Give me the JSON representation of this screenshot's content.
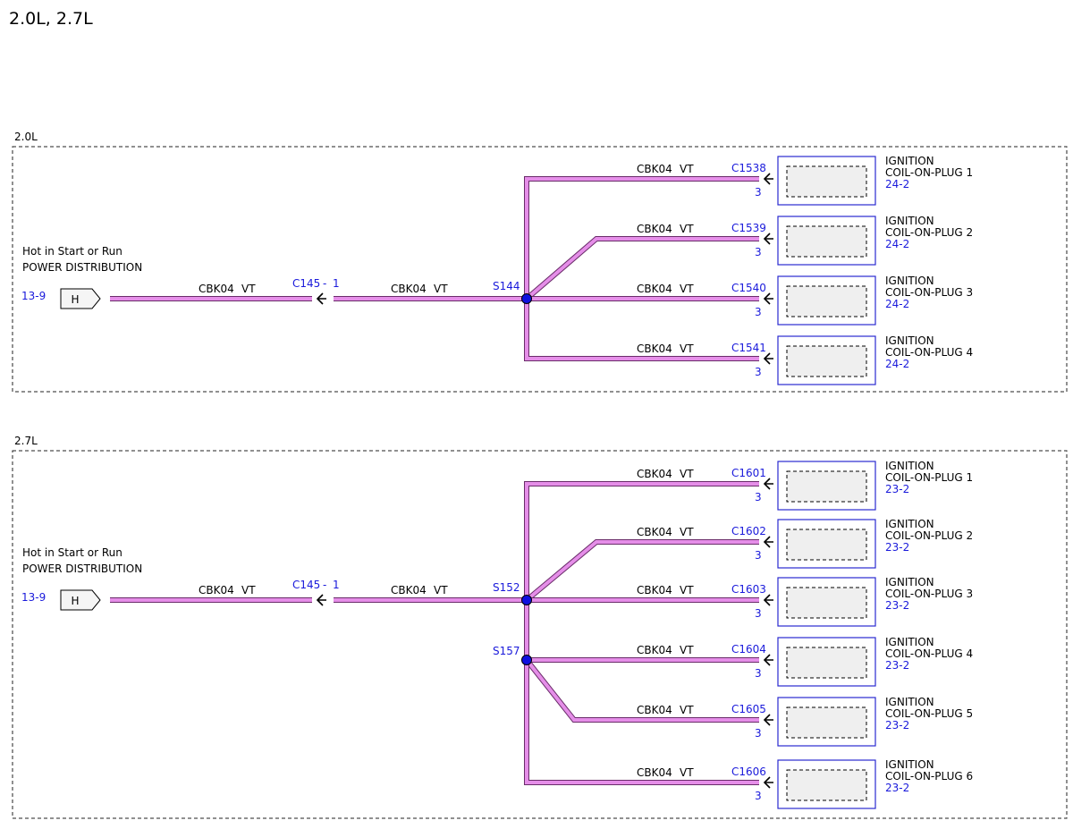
{
  "title": "2.0L, 2.7L",
  "colors": {
    "wire_fill": "#e58ee8",
    "wire_outline": "#6a2c6a",
    "link": "#1a1adb",
    "component_border": "#2a2ad0",
    "component_fill": "#efefef",
    "splice": "#1010e0"
  },
  "sections": [
    {
      "label": "2.0L",
      "source": {
        "line1": "Hot in Start or Run",
        "line2": "POWER DISTRIBUTION",
        "ref": "13-9",
        "connector": "H"
      },
      "feed_wires": [
        {
          "circuit": "CBK04",
          "color": "VT"
        },
        {
          "circuit": "CBK04",
          "color": "VT"
        }
      ],
      "inline_connector": {
        "name": "C145",
        "pin": "1",
        "sep": "-"
      },
      "splices": [
        "S144"
      ],
      "coils": [
        {
          "circuit": "CBK04",
          "color": "VT",
          "connector": "C1538",
          "pin": "3",
          "name1": "IGNITION",
          "name2": "COIL-ON-PLUG 1",
          "ref": "24-2"
        },
        {
          "circuit": "CBK04",
          "color": "VT",
          "connector": "C1539",
          "pin": "3",
          "name1": "IGNITION",
          "name2": "COIL-ON-PLUG 2",
          "ref": "24-2"
        },
        {
          "circuit": "CBK04",
          "color": "VT",
          "connector": "C1540",
          "pin": "3",
          "name1": "IGNITION",
          "name2": "COIL-ON-PLUG 3",
          "ref": "24-2"
        },
        {
          "circuit": "CBK04",
          "color": "VT",
          "connector": "C1541",
          "pin": "3",
          "name1": "IGNITION",
          "name2": "COIL-ON-PLUG 4",
          "ref": "24-2"
        }
      ]
    },
    {
      "label": "2.7L",
      "source": {
        "line1": "Hot in Start or Run",
        "line2": "POWER DISTRIBUTION",
        "ref": "13-9",
        "connector": "H"
      },
      "feed_wires": [
        {
          "circuit": "CBK04",
          "color": "VT"
        },
        {
          "circuit": "CBK04",
          "color": "VT"
        }
      ],
      "inline_connector": {
        "name": "C145",
        "pin": "1",
        "sep": "-"
      },
      "splices": [
        "S152",
        "S157"
      ],
      "coils": [
        {
          "circuit": "CBK04",
          "color": "VT",
          "connector": "C1601",
          "pin": "3",
          "name1": "IGNITION",
          "name2": "COIL-ON-PLUG 1",
          "ref": "23-2"
        },
        {
          "circuit": "CBK04",
          "color": "VT",
          "connector": "C1602",
          "pin": "3",
          "name1": "IGNITION",
          "name2": "COIL-ON-PLUG 2",
          "ref": "23-2"
        },
        {
          "circuit": "CBK04",
          "color": "VT",
          "connector": "C1603",
          "pin": "3",
          "name1": "IGNITION",
          "name2": "COIL-ON-PLUG 3",
          "ref": "23-2"
        },
        {
          "circuit": "CBK04",
          "color": "VT",
          "connector": "C1604",
          "pin": "3",
          "name1": "IGNITION",
          "name2": "COIL-ON-PLUG 4",
          "ref": "23-2"
        },
        {
          "circuit": "CBK04",
          "color": "VT",
          "connector": "C1605",
          "pin": "3",
          "name1": "IGNITION",
          "name2": "COIL-ON-PLUG 5",
          "ref": "23-2"
        },
        {
          "circuit": "CBK04",
          "color": "VT",
          "connector": "C1606",
          "pin": "3",
          "name1": "IGNITION",
          "name2": "COIL-ON-PLUG 6",
          "ref": "23-2"
        }
      ]
    }
  ]
}
